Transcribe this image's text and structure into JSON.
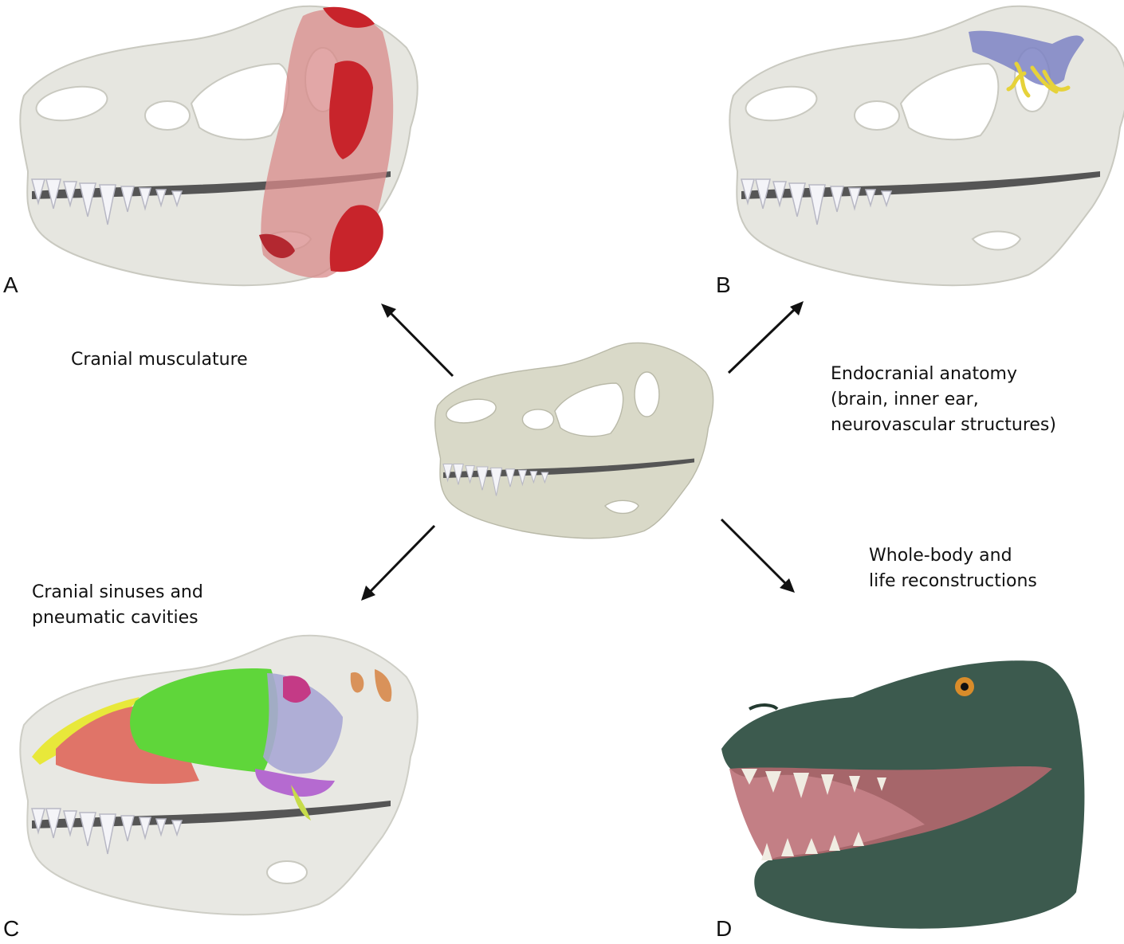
{
  "panels": {
    "A": {
      "label": "A",
      "caption": "Cranial musculature"
    },
    "B": {
      "label": "B",
      "caption_lines": [
        "Endocranial anatomy",
        "(brain, inner ear,",
        "neurovascular structures)"
      ]
    },
    "C": {
      "label": "C",
      "caption_lines": [
        "Cranial sinuses and",
        "pneumatic cavities"
      ]
    },
    "D": {
      "label": "D",
      "caption_lines": [
        "Whole-body and",
        "life reconstructions"
      ]
    }
  },
  "colors": {
    "bone": "#e6e6e0",
    "bone_center": "#d9d9c8",
    "bone_shadow": "#c9c9c0",
    "muscle": "#c8242b",
    "muscle_translucent": "#d88a8a",
    "endocast": "#7c83c4",
    "nerves": "#e6d23a",
    "sinus_green": "#5fd63a",
    "sinus_salmon": "#e07468",
    "sinus_yellow": "#e8e83a",
    "sinus_lavender": "#a9a7d4",
    "sinus_magenta": "#c43a86",
    "sinus_purple": "#b56ad0",
    "sinus_orange": "#d9925a",
    "skin": "#3c5a4e",
    "eye": "#d98c2a",
    "arrow": "#111111"
  }
}
